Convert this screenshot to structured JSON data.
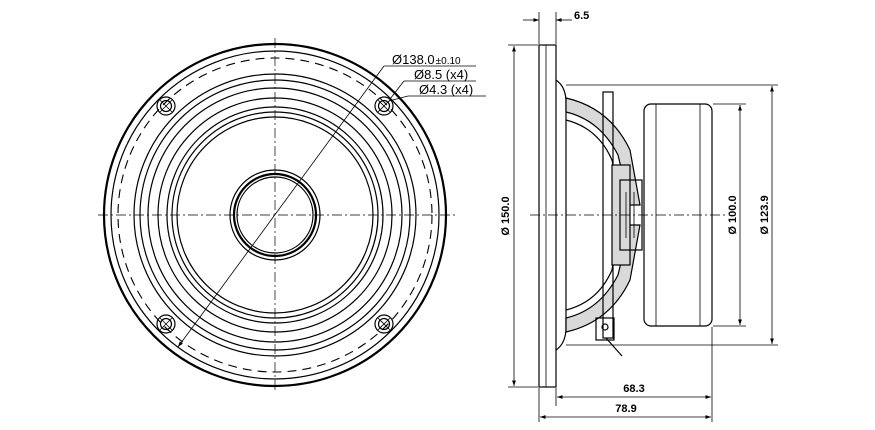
{
  "front_view": {
    "callouts": [
      {
        "label": "Ø138.0",
        "tolerance": "±0.10"
      },
      {
        "label": "Ø8.5 (x4)"
      },
      {
        "label": "Ø4.3 (x4)"
      }
    ]
  },
  "side_view": {
    "dimensions": {
      "flange_thickness": "6.5",
      "frame_diameter": "Ø 150.0",
      "magnet_diameter": "Ø 100.0",
      "basket_diameter": "Ø 123.9",
      "mounting_depth": "68.3",
      "overall_depth": "78.9"
    }
  }
}
